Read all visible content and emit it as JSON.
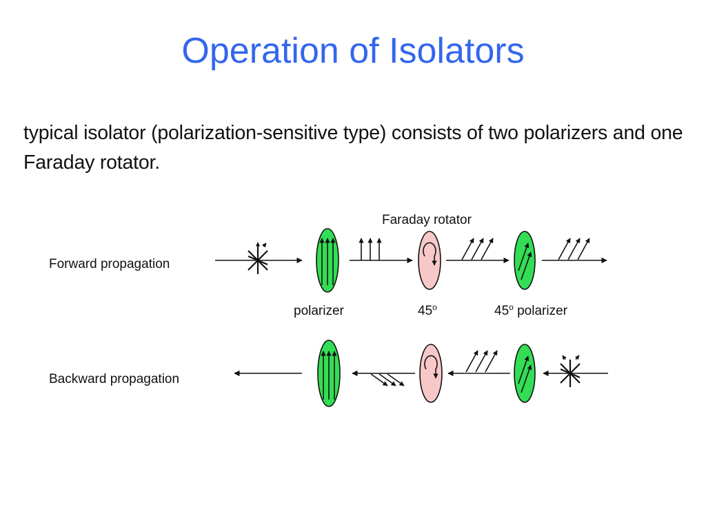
{
  "slide": {
    "title": "Operation of Isolators",
    "body": "typical isolator (polarization-sensitive type) consists of two polarizers and one Faraday rotator."
  },
  "diagram": {
    "labels": {
      "faraday_rotator": "Faraday rotator",
      "forward": "Forward propagation",
      "backward": "Backward propagation",
      "polarizer": "polarizer",
      "angle_value": "45",
      "angle_sup": "o",
      "polarizer2_value": "45",
      "polarizer2_sup": "o",
      "polarizer2_suffix": " polarizer"
    },
    "colors": {
      "title": "#3366ee",
      "polarizer_fill": "#33dd55",
      "rotator_fill": "#f8c8c8",
      "stroke": "#111111"
    }
  }
}
